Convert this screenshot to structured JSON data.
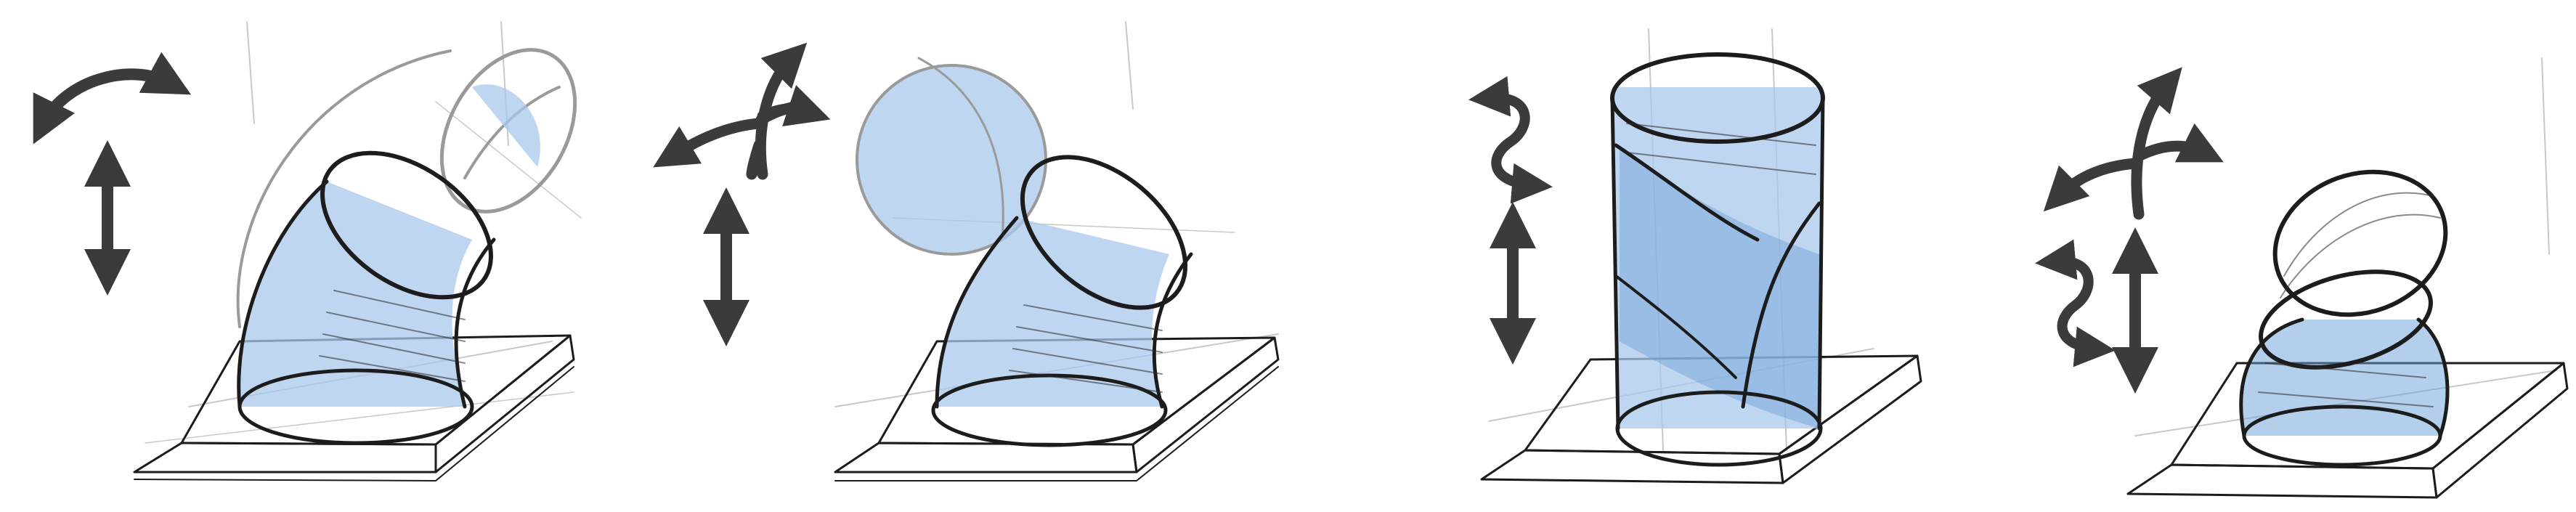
{
  "sketch": {
    "panel_count": 4,
    "colors": {
      "ink": "#1c1c1c",
      "ghost_ink": "#9a9a9a",
      "wash_blue": "#6a9fd8",
      "wash_blue_light": "#a9c8ec",
      "arrow": "#3b3b3b",
      "background": "#ffffff"
    },
    "panels": [
      {
        "subject": "bent-tube-on-plate",
        "motion_icons": [
          "curved-rotate-arrow-icon",
          "vertical-double-arrow-icon"
        ]
      },
      {
        "subject": "bent-tube-with-ghost-sphere",
        "motion_icons": [
          "three-way-pivot-arrow-icon",
          "vertical-double-arrow-icon"
        ]
      },
      {
        "subject": "twisted-cylinder-on-plate",
        "motion_icons": [
          "twist-arrow-icon",
          "vertical-double-arrow-icon"
        ]
      },
      {
        "subject": "stacked-split-spheres-on-plate",
        "motion_icons": [
          "three-way-pivot-arrow-icon",
          "twist-arrow-icon",
          "vertical-double-arrow-icon"
        ]
      }
    ]
  }
}
